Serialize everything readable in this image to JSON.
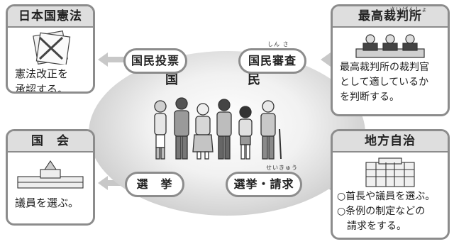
{
  "center": {
    "label": "国　民"
  },
  "boxes": {
    "constitution": {
      "title": "日本国憲法",
      "text_lines": [
        "憲法改正を",
        "承認する。"
      ],
      "icon": "document-ribbon-icon"
    },
    "supreme_court": {
      "title": "最高裁判所",
      "ruby": "さいばんしょ",
      "text_lines": [
        "最高裁判所の裁判官",
        "として適しているか",
        "を判断する。"
      ],
      "icon": "judges-icon"
    },
    "diet": {
      "title": "国　会",
      "text_lines": [
        "議員を選ぶ。"
      ],
      "icon": "diet-building-icon"
    },
    "local_gov": {
      "title": "地方自治",
      "text_lines": [
        "○首長や議員を選ぶ。",
        "○条例の制定などの",
        "　請求をする。"
      ],
      "icon": "city-hall-icon"
    }
  },
  "pills": {
    "referendum": {
      "label": "国民投票"
    },
    "review": {
      "label": "国民審査",
      "ruby": "しん さ"
    },
    "election": {
      "label": "選　挙"
    },
    "election_petition": {
      "label": "選挙・請求",
      "ruby": "せいきゅう"
    }
  },
  "colors": {
    "border": "#8c8c8c",
    "header": "#dedede",
    "arrow": "#c8c8c8"
  }
}
